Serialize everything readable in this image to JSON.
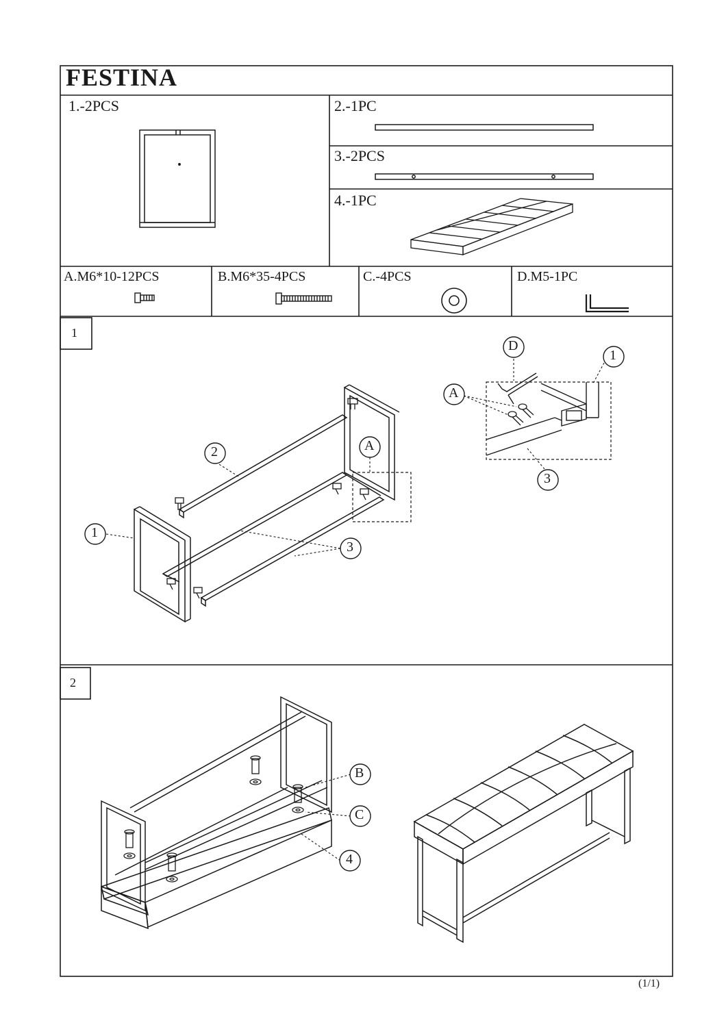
{
  "document": {
    "title": "FESTINA",
    "page_number": "(1/1)"
  },
  "parts": [
    {
      "label": "1.-2PCS"
    },
    {
      "label": "2.-1PC"
    },
    {
      "label": "3.-2PCS"
    },
    {
      "label": "4.-1PC"
    }
  ],
  "hardware": [
    {
      "label": "A.M6*10-12PCS"
    },
    {
      "label": "B.M6*35-4PCS"
    },
    {
      "label": "C.-4PCS"
    },
    {
      "label": "D.M5-1PC"
    }
  ],
  "steps": [
    {
      "number": "1",
      "callouts": {
        "frame": "1",
        "bar_long": "2",
        "bar_side": "3",
        "screw_a": "A"
      },
      "detail_callouts": {
        "key": "D",
        "frame": "1",
        "screw_a": "A",
        "bar_side": "3"
      }
    },
    {
      "number": "2",
      "callouts": {
        "bolt_b": "B",
        "washer_c": "C",
        "seat": "4"
      }
    }
  ]
}
